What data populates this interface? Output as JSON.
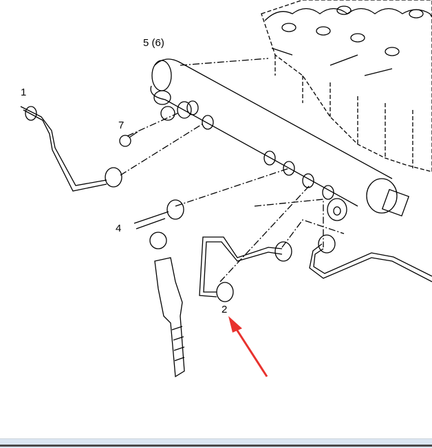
{
  "labels": {
    "part1": "1",
    "part2": "2",
    "part4": "4",
    "part56": "5 (6)",
    "part7": "7"
  },
  "colors": {
    "arrow": "#e8322e",
    "line": "#000000",
    "statusbar": "#dbe6f2"
  }
}
